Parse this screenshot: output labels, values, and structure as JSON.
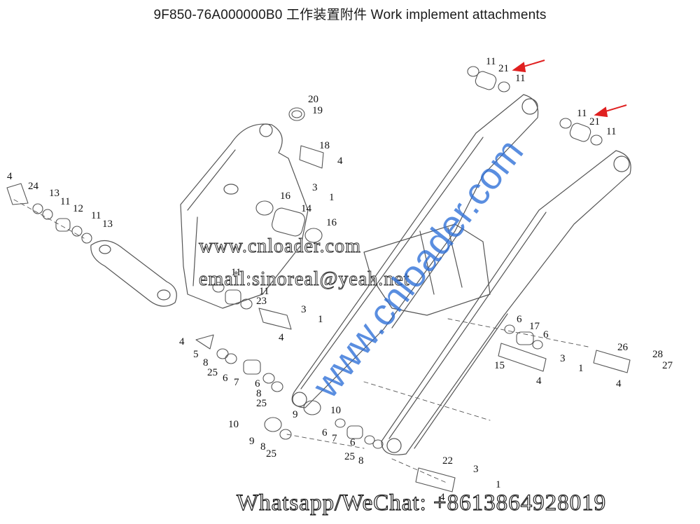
{
  "title": "9F850-76A000000B0   工作装置附件   Work implement attachments",
  "watermarks": {
    "site": "www.cnloader.com",
    "email": "email:sinoreal@yeah.net",
    "diagonal": "www.cnloader.com",
    "contact": "Whatsapp/WeChat:  +8613864928019"
  },
  "colors": {
    "line": "#555555",
    "arrow": "#e02020",
    "watermark_blue": "#2d6fd8"
  },
  "part_numbers": [
    "11",
    "21",
    "11",
    "11",
    "21",
    "11",
    "20",
    "19",
    "18",
    "4",
    "3",
    "1",
    "4",
    "24",
    "13",
    "11",
    "12",
    "11",
    "13",
    "16",
    "14",
    "16",
    "11",
    "11",
    "23",
    "3",
    "1",
    "4",
    "4",
    "5",
    "8",
    "25",
    "6",
    "7",
    "6",
    "8",
    "25",
    "6",
    "17",
    "6",
    "15",
    "3",
    "1",
    "4",
    "26",
    "28",
    "27",
    "4",
    "9",
    "10",
    "10",
    "9",
    "8",
    "25",
    "6",
    "7",
    "6",
    "25",
    "8",
    "22",
    "3",
    "1",
    "4"
  ]
}
